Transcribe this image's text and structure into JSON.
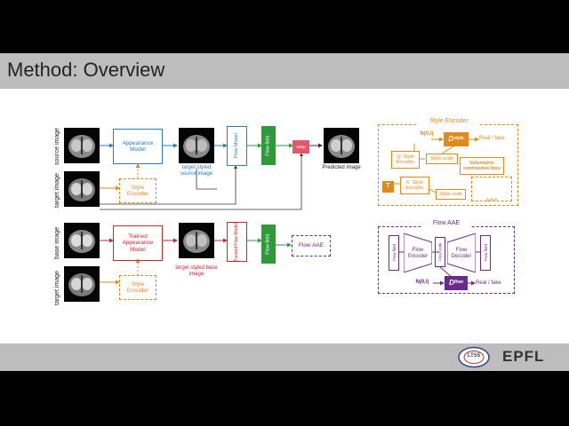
{
  "slide": {
    "title": "Method: Overview"
  },
  "top_row": {
    "source_image_label": "source image",
    "target_image_label": "target image",
    "appearance_model": "Appearance Model",
    "style_encoder": "Style Encoder",
    "styled_caption": "target styled source image",
    "flow_model": "Flow Model",
    "flow_field": "Flow field",
    "warp": "Warp",
    "predicted_caption": "Predicted image"
  },
  "bottom_row": {
    "base_image_label": "base image",
    "target_image_label": "target image",
    "trained_appearance_model": "Trained Appearance Model",
    "style_encoder": "Style Encoder",
    "styled_caption": "target styled base image",
    "trained_flow_model": "Trained Flow Model",
    "flow_field": "Flow field",
    "flow_aae": "Flow AAE"
  },
  "style_encoder_panel": {
    "title": "Style Encoder",
    "noise": "N(0,I)",
    "discriminator": "D",
    "discriminator_sub": "style",
    "real_fake": "Real / fake",
    "q_encoder": "Q: Style Encoder",
    "style_code": "Style code",
    "k_encoder": "K: Style Encoder",
    "style_code_2": "Style code",
    "loss": "Volumetric contrastive loss",
    "t_label": "T",
    "queue_label": "queue"
  },
  "flow_aae_panel": {
    "title": "Flow AAE",
    "flow_field_in": "Flow field",
    "flow_encoder": "Flow Encoder",
    "flow_code": "Flow code",
    "flow_decoder": "Flow Decoder",
    "flow_field_out": "Flow field",
    "noise": "N(0,I)",
    "discriminator": "D",
    "discriminator_sub": "flow",
    "real_fake": "Real / fake"
  },
  "footer": {
    "logo_left": "LTS5",
    "logo_right": "EPFL"
  },
  "colors": {
    "blue": "#2a7bbf",
    "orange": "#e08a1e",
    "red": "#c8282d",
    "green": "#2e9a3a",
    "purple": "#6a2a8a",
    "pink": "#e8566b"
  }
}
